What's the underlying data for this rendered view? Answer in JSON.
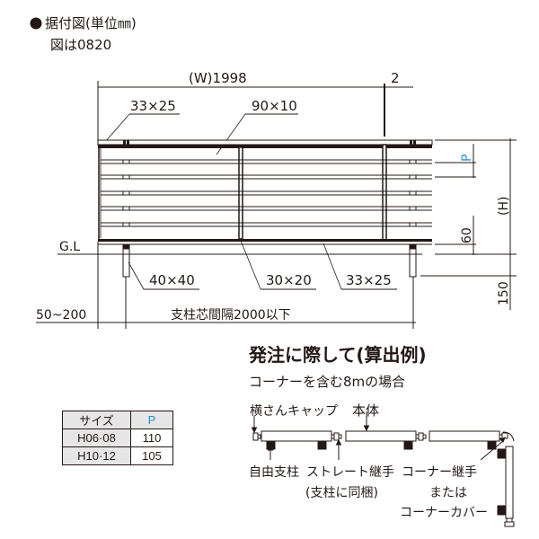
{
  "header": {
    "bullet": "●",
    "title": "据付図(単位㎜)",
    "subtitle": "図は0820"
  },
  "dimensions": {
    "width_label": "(W)1998",
    "gap_label": "2",
    "top_rail_label": "33×25",
    "slat_label": "90×10",
    "post_label": "40×40",
    "mid_post_label": "30×20",
    "bottom_rail_label": "33×25",
    "gl_label": "G.L",
    "embed_label": "50~200",
    "post_spacing_label": "支柱芯間隔2000以下",
    "pitch_label": "P",
    "height_label": "(H)",
    "bottom_gap_label": "60",
    "ground_clear_label": "150"
  },
  "order_section": {
    "title": "発注に際して(算出例)",
    "subtitle": "コーナーを含む8mの場合",
    "labels": {
      "cap": "横さんキャップ",
      "body": "本体",
      "free_post": "自由支柱",
      "straight_joint": "ストレート継手",
      "straight_joint_note": "(支柱に同梱)",
      "corner_joint": "コーナー継手",
      "or": "または",
      "corner_cover": "コーナーカバー"
    }
  },
  "size_table": {
    "headers": [
      "サイズ",
      "P"
    ],
    "rows": [
      [
        "H06·08",
        "110"
      ],
      [
        "H10·12",
        "105"
      ]
    ]
  },
  "colors": {
    "line": "#231815",
    "accent_blue": "#2a8fd0",
    "table_header_bg": "#e6e6e6"
  }
}
